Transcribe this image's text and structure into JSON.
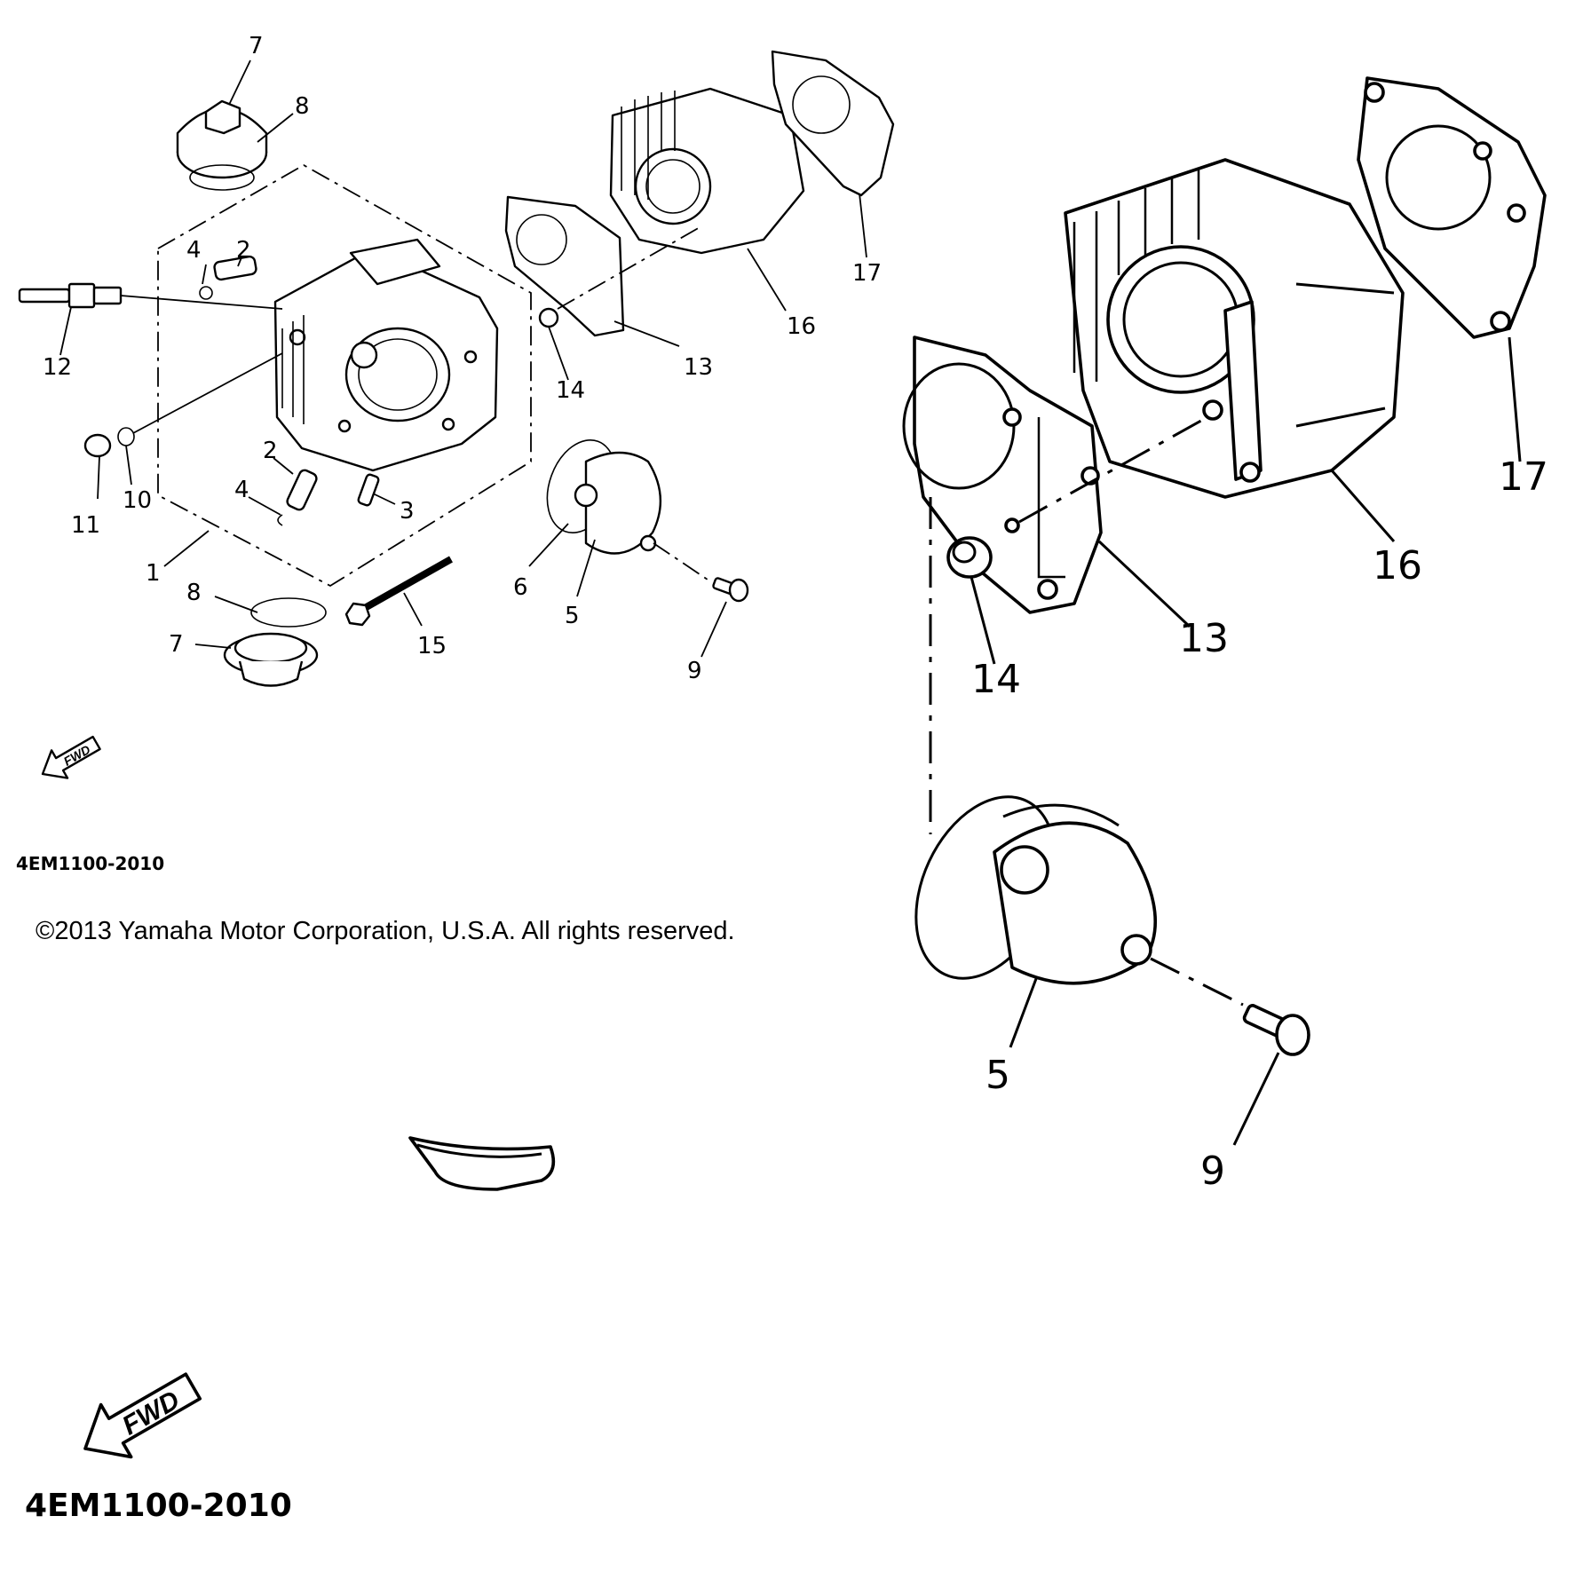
{
  "diagram": {
    "callouts": [
      "1",
      "2",
      "3",
      "4",
      "5",
      "6",
      "7",
      "8",
      "9",
      "10",
      "11",
      "12",
      "13",
      "14",
      "15",
      "16",
      "17"
    ],
    "callouts_zoom": [
      "13",
      "14",
      "16",
      "17",
      "5",
      "9"
    ],
    "fwd_label": "FWD",
    "part_code": "4EM1100-2010",
    "copyright": "©2013 Yamaha Motor Corporation, U.S.A. All rights reserved."
  }
}
